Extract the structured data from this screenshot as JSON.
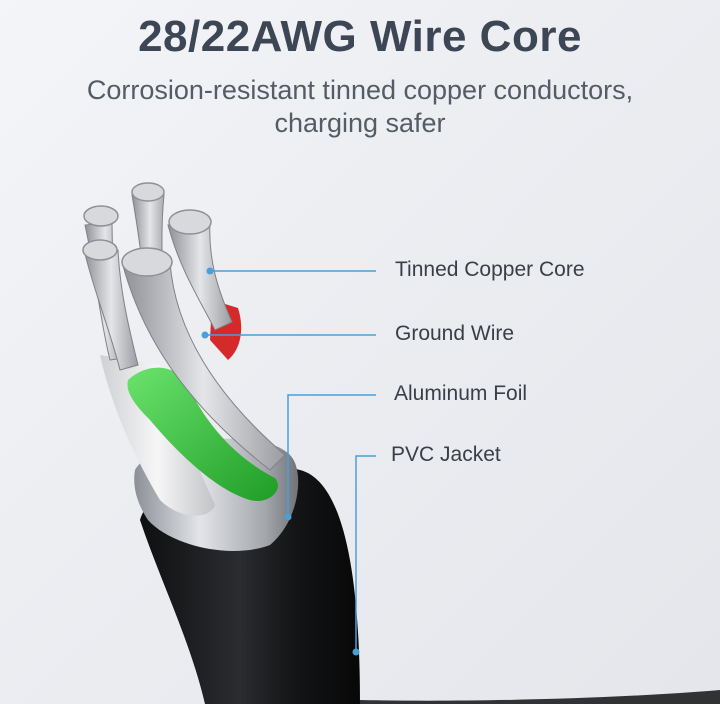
{
  "header": {
    "title": "28/22AWG Wire Core",
    "subtitle_line1": "Corrosion-resistant tinned copper conductors,",
    "subtitle_line2": "charging safer"
  },
  "callouts": [
    {
      "label": "Tinned Copper Core"
    },
    {
      "label": "Ground Wire"
    },
    {
      "label": "Aluminum Foil"
    },
    {
      "label": "PVC Jacket"
    }
  ],
  "colors": {
    "leader_line": "#4a9fd8",
    "jacket": "#1b1c1e",
    "foil": "#b9bcc1",
    "green_insulation": "#3fcf44",
    "white_insulation": "#e8e8e8",
    "red_insulation": "#d42a2a",
    "copper": "#c8c9cc"
  }
}
